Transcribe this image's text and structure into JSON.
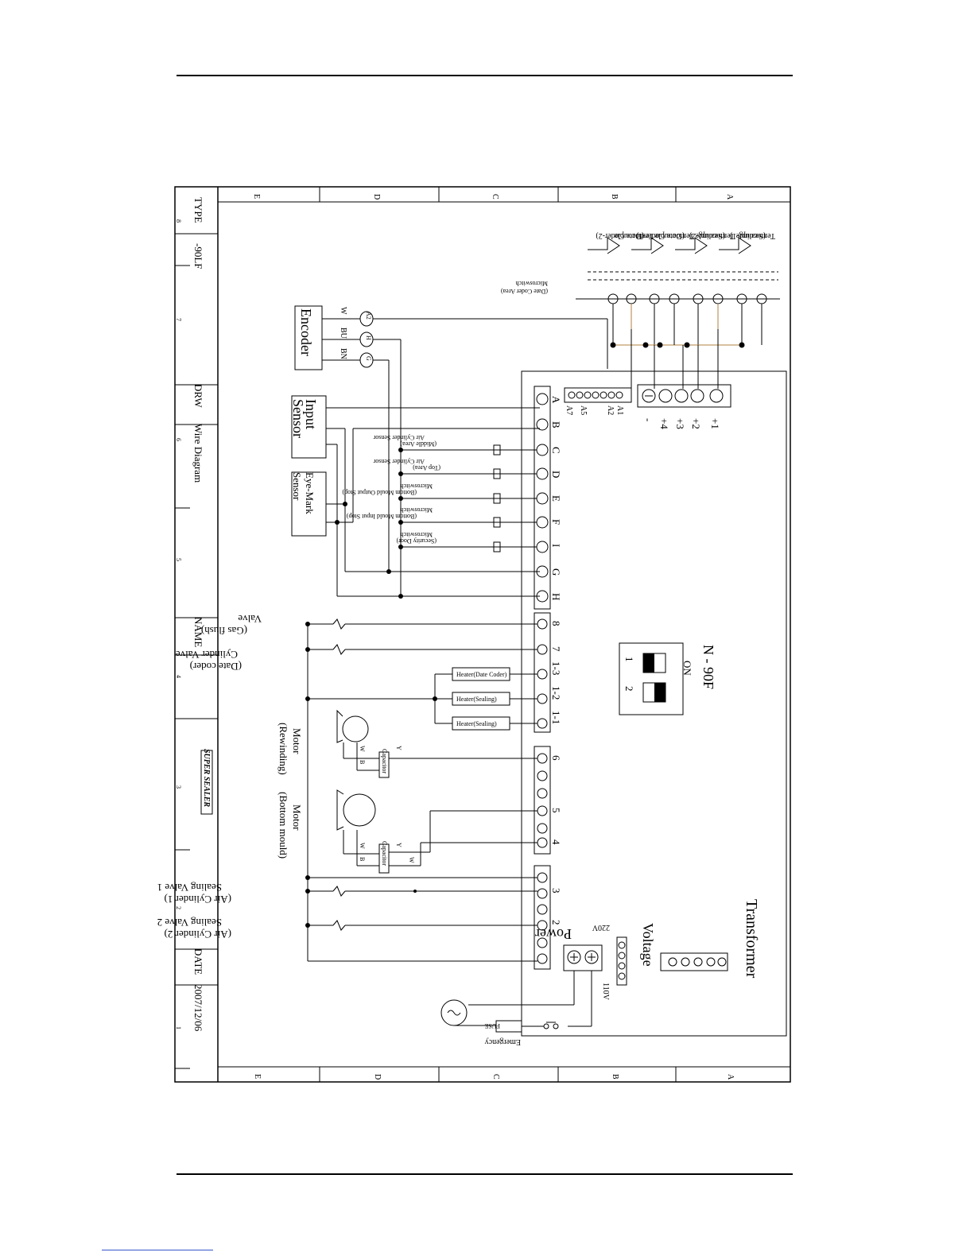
{
  "title_block": {
    "type_label": "TYPE",
    "type_value": "-90LF",
    "drw_label": "DRW",
    "drw_value": "Wire Diagram",
    "name_label": "NAME",
    "logo_text": "SUPER SEALER",
    "date_label": "DATE",
    "date_value": "2007/12/06"
  },
  "border": {
    "row_labels": [
      "E",
      "D",
      "C",
      "B",
      "A"
    ],
    "bottom_row_labels": [
      "E",
      "D",
      "C",
      "B",
      "A"
    ],
    "col_labels": [
      "8",
      "7",
      "6",
      "5",
      "4",
      "3",
      "2",
      "1"
    ]
  },
  "thermocouples": [
    {
      "name": "Temocouple",
      "sub": "(Sealing-1)"
    },
    {
      "name": "Temocouple",
      "sub": "(Sealing-2)"
    },
    {
      "name": "Temocouple",
      "sub": "(Date Coder-1)"
    },
    {
      "name": "Temocouple",
      "sub": "(Date Coder-2)"
    }
  ],
  "microswitch_top": {
    "name": "Microswitch",
    "sub": "(Date Coder Area)"
  },
  "encoder": {
    "label": "Encoder",
    "wires": [
      "W",
      "BU",
      "BN"
    ],
    "pins": [
      "A2",
      "H",
      "G"
    ]
  },
  "input_sensor": {
    "line1": "Input",
    "line2": "Sensor"
  },
  "eyemark_sensor": {
    "line1": "Eye-Mark",
    "line2": "Sensor"
  },
  "tc_terminals": [
    "-",
    "+4",
    "+3",
    "+2",
    "+1"
  ],
  "a_connector": [
    "A7",
    "A5",
    "A2",
    "A1"
  ],
  "io_terminals": [
    "A",
    "B",
    "C",
    "D",
    "E",
    "F",
    "I",
    "G",
    "H"
  ],
  "switches": [
    {
      "name": "Air Cylinder Sensor",
      "sub": "(Middle Area)"
    },
    {
      "name": "Air Cylinder Sensor",
      "sub": "(Top Area)"
    },
    {
      "name": "Microswitch",
      "sub": "(Bottom Mould Output Stop)"
    },
    {
      "name": "Microswitch",
      "sub": "(Bottom Mould Input Stop)"
    },
    {
      "name": "Microswitch",
      "sub": "(Security Door)"
    }
  ],
  "valve_terminals": [
    "8",
    "7",
    "1-3",
    "1-2",
    "1-1"
  ],
  "valves": [
    {
      "name": "Valve",
      "sub": "(Gas flush)"
    },
    {
      "name": "Cylinder Valve",
      "sub": "(Date coder)"
    }
  ],
  "heaters": [
    "Heater(Date Coder)",
    "Heater(Sealing)",
    "Heater(Sealing)"
  ],
  "dip": {
    "model": "N - 90F",
    "on": "ON",
    "one": "1",
    "two": "2"
  },
  "motor_rewind": {
    "name": "Motor",
    "sub": "(Rewinding)",
    "wires": [
      "W",
      "B",
      "Y"
    ],
    "cap": "Capacitor"
  },
  "motor_bottom": {
    "name": "Motor",
    "sub": "(Bottom mould)",
    "wires": [
      "W",
      "B",
      "Y",
      "W"
    ],
    "cap": "Capacitor"
  },
  "motor_terminals": [
    "6",
    "5",
    "4"
  ],
  "lower_terminals": [
    "3",
    "2"
  ],
  "sealing_valves": [
    {
      "name": "Sealing Valve 1",
      "sub": "(Air Cylinder 1)"
    },
    {
      "name": "Sealing Valve 2",
      "sub": "(Air Cylinder 2)"
    }
  ],
  "power": {
    "label": "Power",
    "voltage": "Voltage",
    "v220": "220V",
    "v110": "110V"
  },
  "transformer": "Transformer",
  "fuse": "FUSE",
  "emergency": "Emergency"
}
